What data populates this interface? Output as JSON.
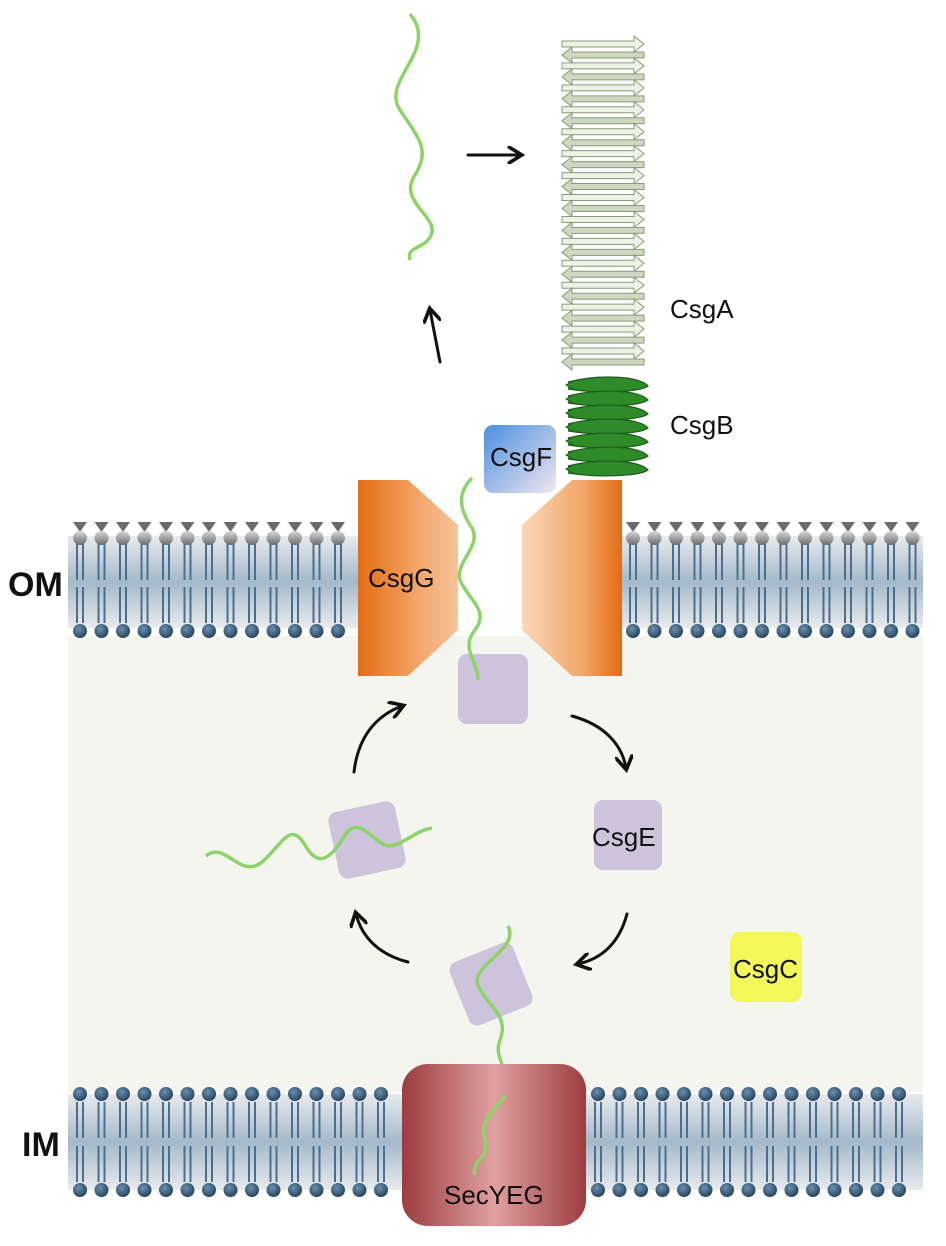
{
  "labels": {
    "outer_membrane": "OM",
    "inner_membrane": "IM"
  },
  "proteins": {
    "csgA": "CsgA",
    "csgB": "CsgB",
    "csgF": "CsgF",
    "csgG": "CsgG",
    "csgE": "CsgE",
    "csgC": "CsgC",
    "secYEG": "SecYEG"
  },
  "colors": {
    "periplasm": "#f3f5ee",
    "lipid_head": "#2f5877",
    "lipid_head_upper": "#8c8c8c",
    "lipid_tail": "#4a6f8e",
    "csgA_fibril": "#d6dccb",
    "csgB_helix": "#2f8a2a",
    "csgF": "#6aa8ea",
    "csgG": "#ec7a1e",
    "csgE": "#cdc4dc",
    "csgC": "#f3f75a",
    "secYEG": "#b5585a",
    "unfolded_chain": "#8dd36a"
  },
  "icons": [
    "arrow-icon",
    "curved-arrow-icon"
  ]
}
